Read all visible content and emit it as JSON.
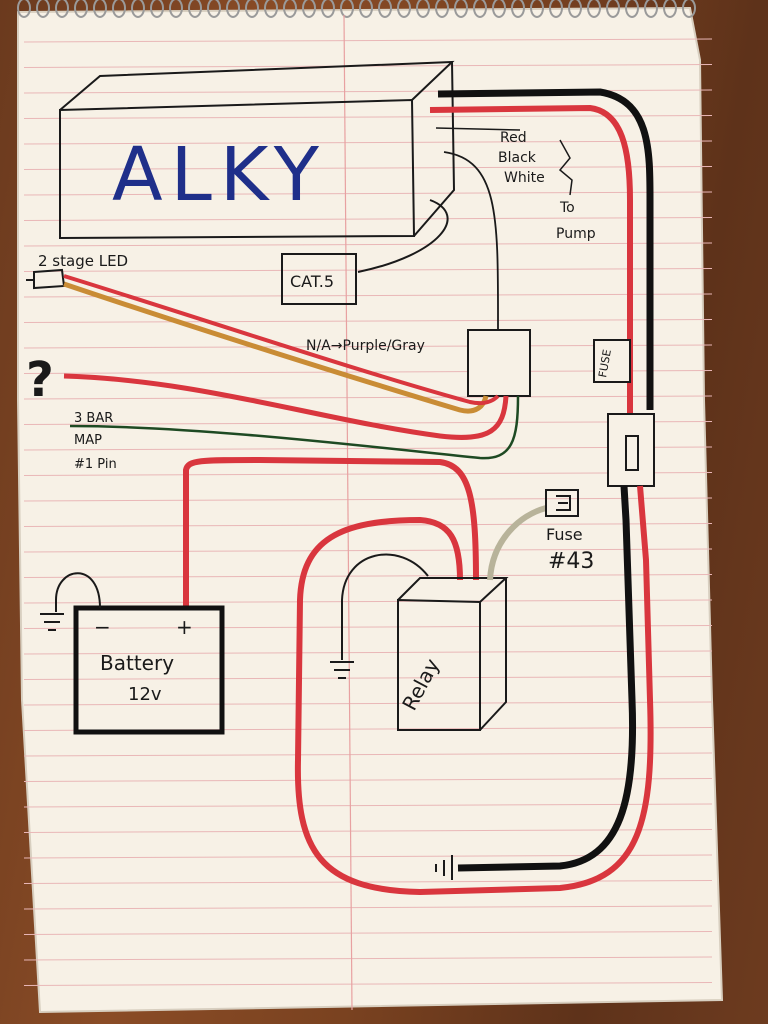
{
  "diagram": {
    "main_box": {
      "label": "ALKY"
    },
    "top_right_labels": [
      "Red",
      "Black",
      "White"
    ],
    "to_pump": [
      "To",
      "Pump"
    ],
    "cat5": "CAT.5",
    "led": "2 stage LED",
    "question": "?",
    "na_label": "N/A→Purple/Gray",
    "map_label": [
      "3 BAR",
      "MAP",
      "#1 Pin"
    ],
    "fuse_right": "FUSE",
    "fuse43": [
      "Fuse",
      "#43"
    ],
    "battery": {
      "minus": "−",
      "plus": "+",
      "label": "Battery",
      "voltage": "12v"
    },
    "relay": "Relay",
    "colors": {
      "paper": "#f7f1e6",
      "rule_line": "#e9b7b7",
      "margin_line": "#e8a1a1",
      "ink": "#1a1a1a",
      "red_wire": "#d9363e",
      "orange_wire": "#c98c35",
      "green_wire": "#1e4a23",
      "gray_wire": "#b8b39a",
      "black_wire": "#111111",
      "title_ink": "#1f2f8a"
    }
  }
}
